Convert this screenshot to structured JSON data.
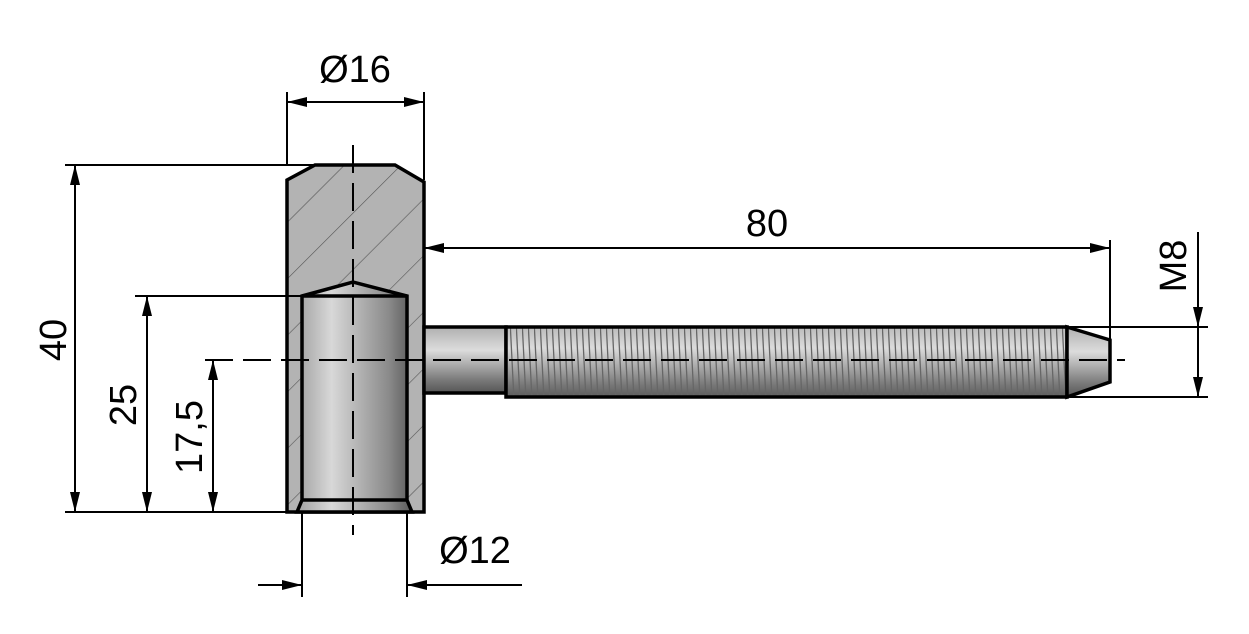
{
  "drawing": {
    "dimensions": {
      "head_diameter": "Ø16",
      "total_height": "40",
      "bore_depth": "25",
      "axis_height": "17,5",
      "thread_length": "80",
      "thread_size": "M8",
      "bore_diameter": "Ø12"
    },
    "colors": {
      "section_fill": "#b3b3b3",
      "line": "#000000"
    }
  }
}
